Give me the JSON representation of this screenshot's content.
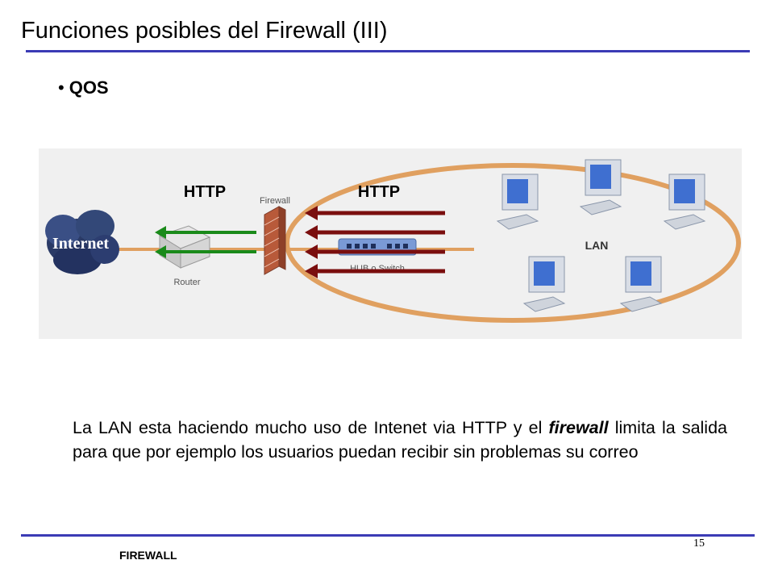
{
  "slide": {
    "title": "Funciones posibles del Firewall (III)",
    "bullet": "QOS",
    "body_text_part1": "La LAN esta haciendo mucho uso de Intenet via HTTP y el ",
    "body_text_emphasis": "firewall",
    "body_text_part2": " limita la salida para que por ejemplo los usuarios puedan recibir sin problemas su correo",
    "footer_label": "FIREWALL",
    "page_number": "15"
  },
  "diagram": {
    "http_label_left": "HTTP",
    "http_label_right": "HTTP",
    "internet_label": "Internet",
    "router_label": "Router",
    "firewall_label": "Firewall",
    "switch_label": "HUB o Switch",
    "lan_label": "LAN",
    "colors": {
      "allowed_arrow": "#1a8a1a",
      "blocked_arrow": "#7a0e0e",
      "cable": "#e0a060",
      "accent_rule": "#3b3bb5"
    }
  }
}
